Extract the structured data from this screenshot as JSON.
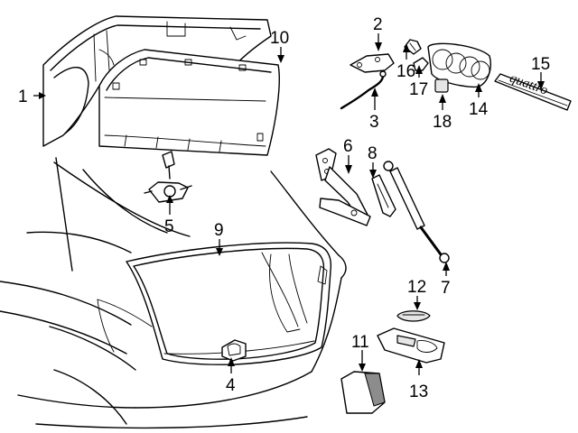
{
  "callouts": {
    "c1": "1",
    "c2": "2",
    "c3": "3",
    "c4": "4",
    "c5": "5",
    "c6": "6",
    "c7": "7",
    "c8": "8",
    "c9": "9",
    "c10": "10",
    "c11": "11",
    "c12": "12",
    "c13": "13",
    "c14": "14",
    "c15": "15",
    "c16": "16",
    "c17": "17",
    "c18": "18"
  },
  "badge_text": "quattro"
}
